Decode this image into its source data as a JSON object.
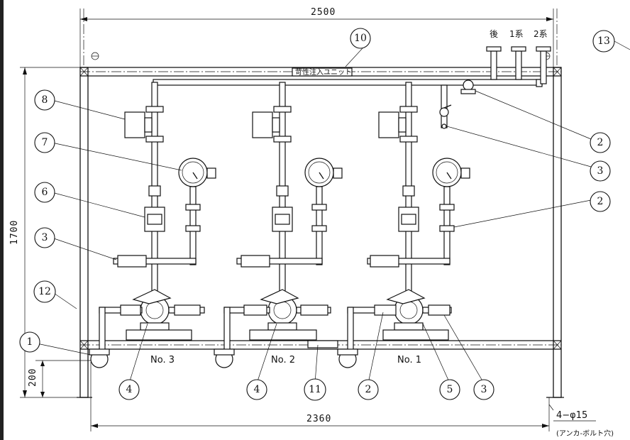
{
  "dimensions": {
    "top_width": "2500",
    "bottom_width": "2360",
    "height": "1700",
    "base_height": "200",
    "anchor_holes": "4−φ15",
    "anchor_note": "(アンカ-ボルト穴)"
  },
  "header_labels": {
    "rear": "後",
    "line1": "1系",
    "line2": "2系"
  },
  "unit_nameplate": "苛性注入ユニット",
  "pumps": [
    {
      "label": "No. 3"
    },
    {
      "label": "No. 2"
    },
    {
      "label": "No. 1"
    }
  ],
  "callouts": {
    "c1": "1",
    "c2a": "2",
    "c2b": "2",
    "c2c": "2",
    "c3a": "3",
    "c3b": "3",
    "c3c": "3",
    "c4a": "4",
    "c4b": "4",
    "c5": "5",
    "c6": "6",
    "c7": "7",
    "c8": "8",
    "c10": "10",
    "c11": "11",
    "c12": "12",
    "c13": "13"
  }
}
